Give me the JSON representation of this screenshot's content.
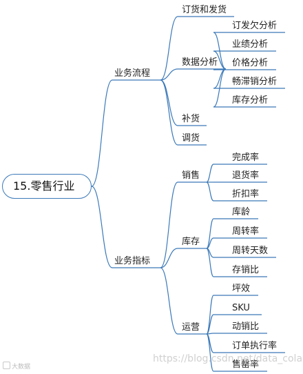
{
  "root": {
    "label": "15.零售行业"
  },
  "branches": [
    {
      "label": "业务流程",
      "children": [
        {
          "label": "订货和发货",
          "children": []
        },
        {
          "label": "数据分析",
          "children": [
            "订发欠分析",
            "业绩分析",
            "价格分析",
            "畅滞销分析",
            "库存分析"
          ]
        },
        {
          "label": "补货",
          "children": []
        },
        {
          "label": "调货",
          "children": []
        }
      ]
    },
    {
      "label": "业务指标",
      "children": [
        {
          "label": "销售",
          "children": [
            "完成率",
            "退货率",
            "折扣率"
          ]
        },
        {
          "label": "库存",
          "children": [
            "库龄",
            "周转率",
            "周转天数",
            "存销比"
          ]
        },
        {
          "label": "运营",
          "children": [
            "坪效",
            "SKU",
            "动销比",
            "订单执行率",
            "售罄率"
          ]
        }
      ]
    }
  ],
  "watermark": {
    "left": "大数据",
    "right": "https://blog.csdn.net/data_cola"
  },
  "colors": {
    "line": "#3a78b8",
    "text": "#222222"
  }
}
